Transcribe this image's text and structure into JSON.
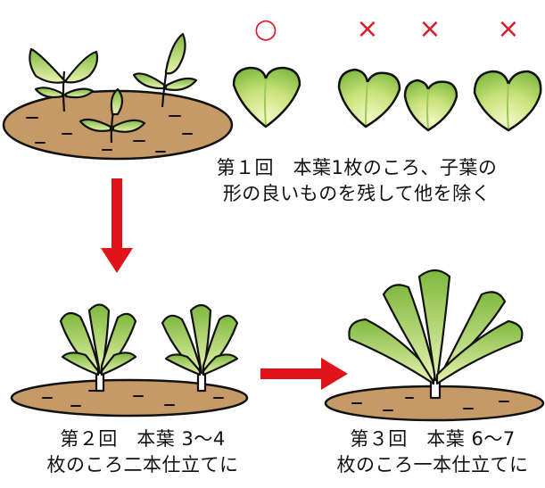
{
  "marks": {
    "good": "○",
    "bad1": "×",
    "bad2": "×",
    "bad3": "×"
  },
  "captions": {
    "step1_line1": "第１回　本葉1枚のころ、子葉の",
    "step1_line2": "形の良いものを残して他を除く",
    "step2_line1": "第２回　本葉 3～4",
    "step2_line2": "枚のころ二本仕立てに",
    "step3_line1": "第３回　本葉 6～7",
    "step3_line2": "枚のころ一本仕立てに"
  },
  "colors": {
    "arrow": "#e0131b",
    "mark": "#d81e2a",
    "soil": "#c69a67",
    "leaf_light": "#dcee9c",
    "leaf_dark": "#8dc23f",
    "outline": "#111111"
  }
}
